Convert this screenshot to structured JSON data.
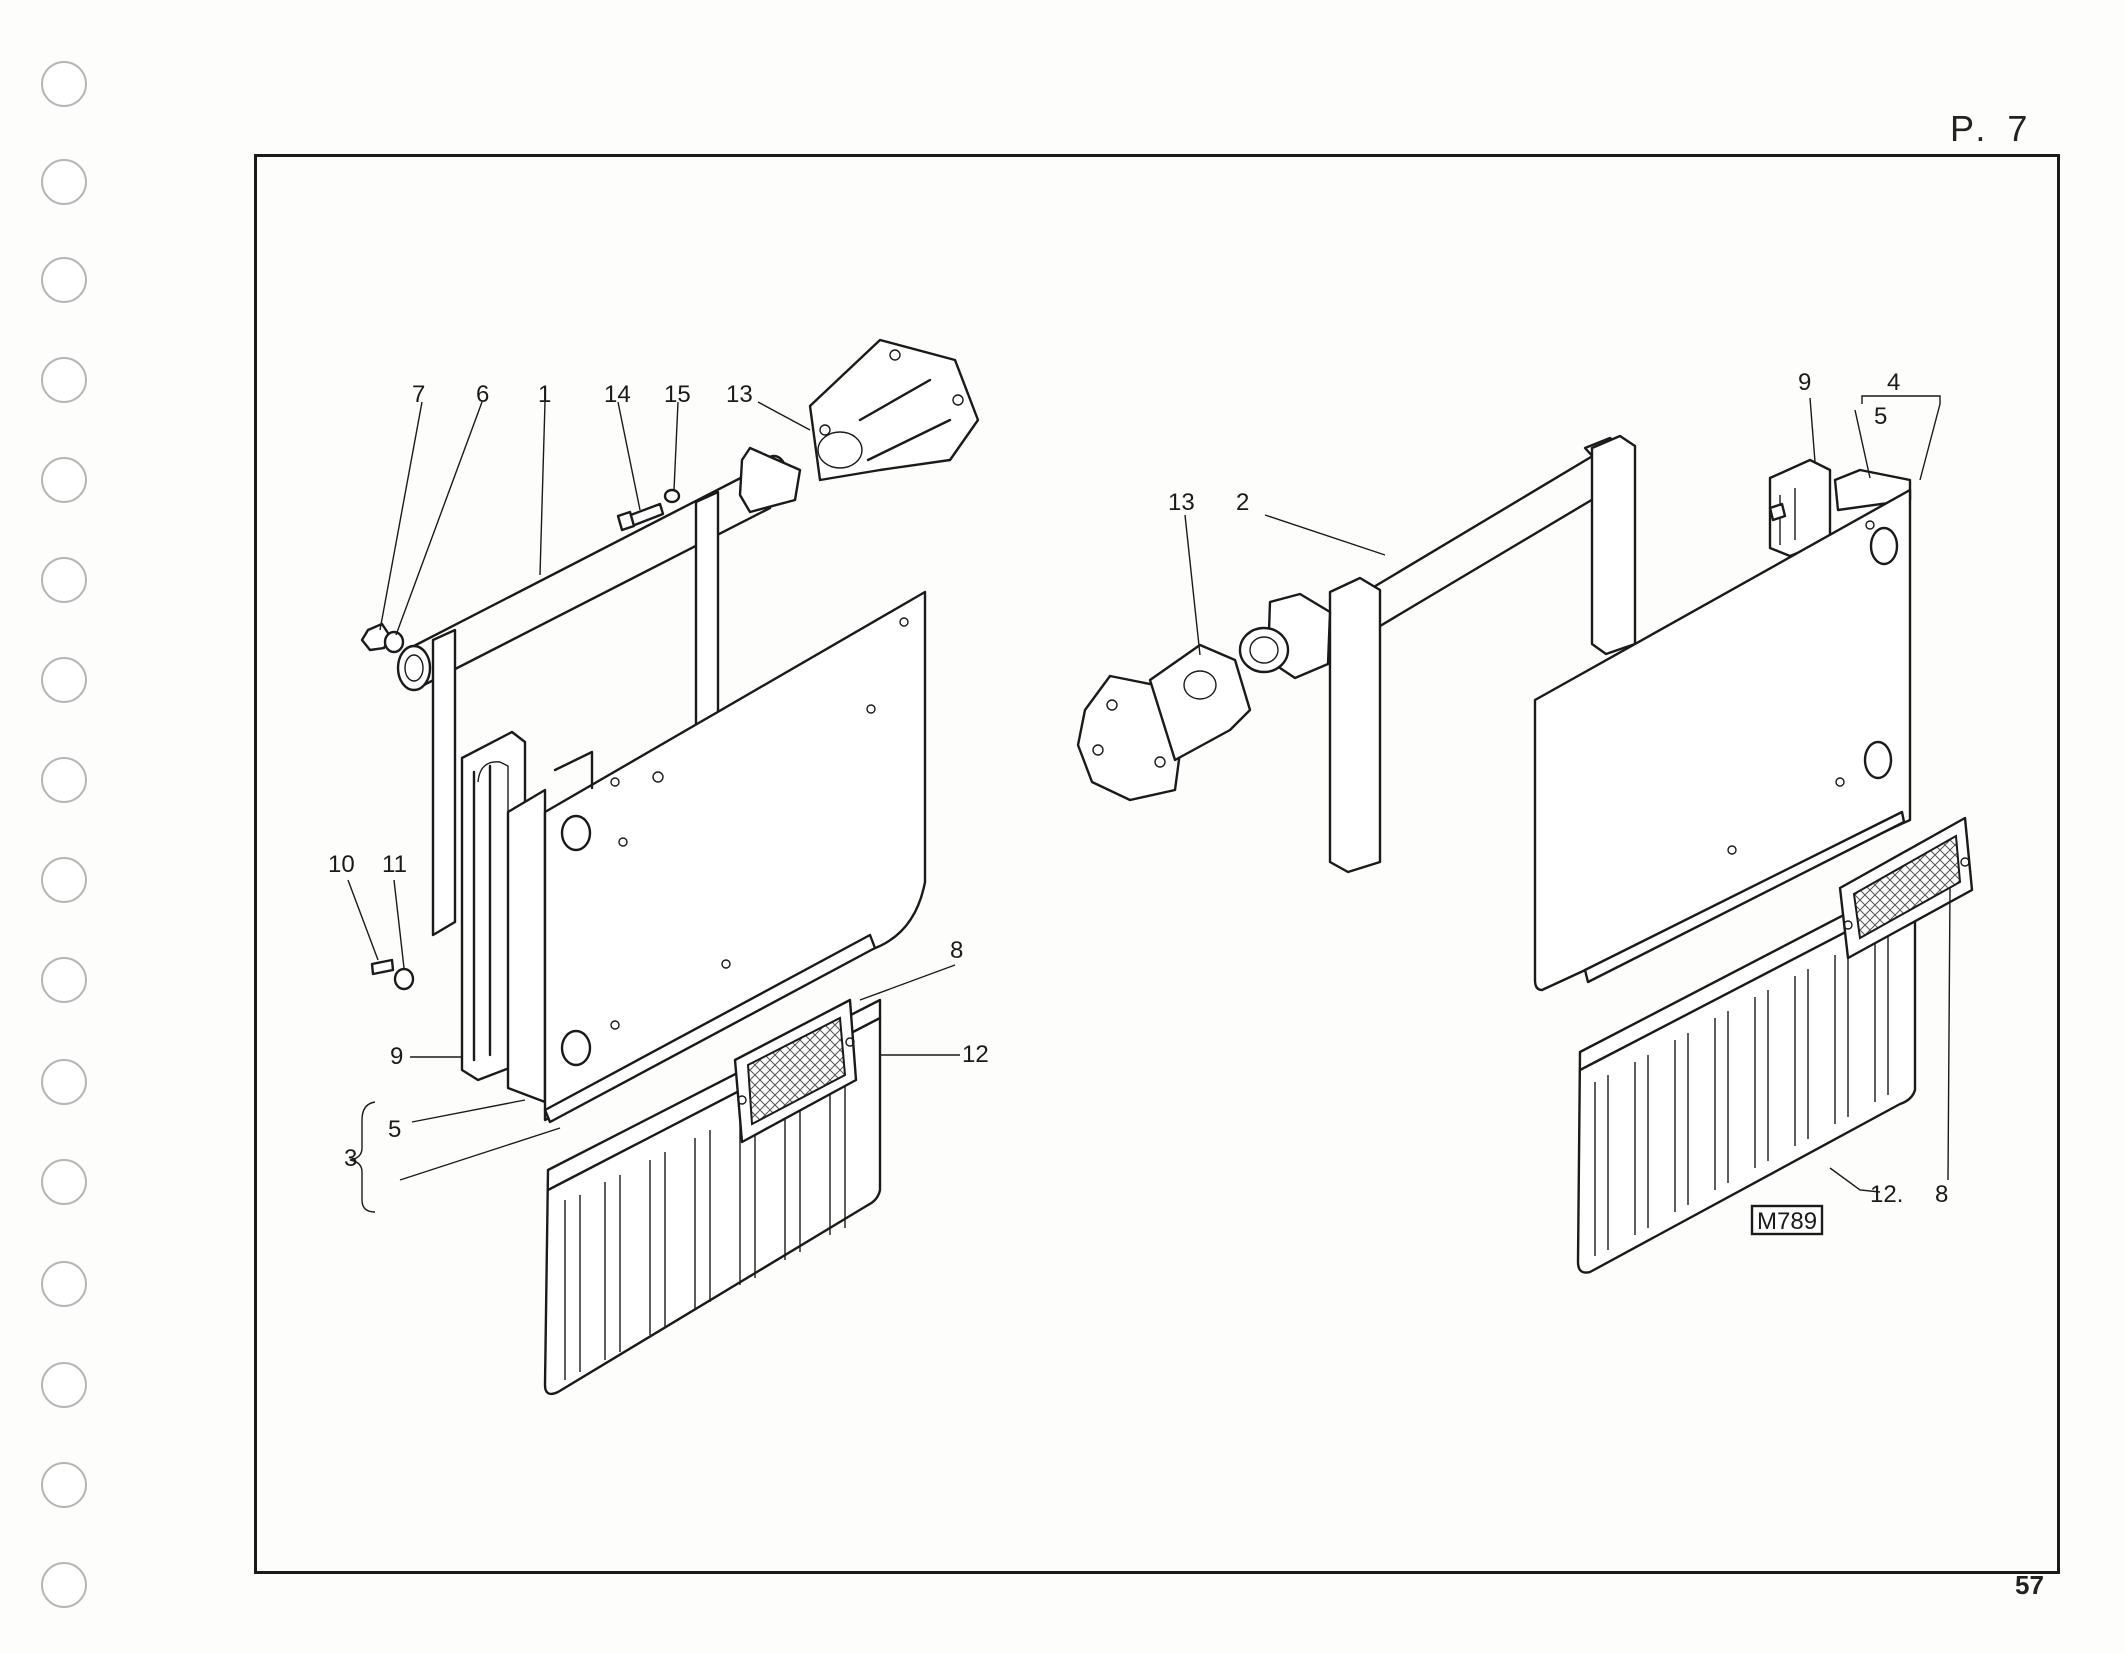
{
  "header": {
    "page_ref": "P. 7"
  },
  "footer": {
    "page_number": "57"
  },
  "drawing": {
    "code": "M789",
    "left_assembly_callouts": {
      "c7": "7",
      "c6": "6",
      "c1": "1",
      "c14": "14",
      "c15": "15",
      "c13": "13",
      "c10": "10",
      "c11": "11",
      "c9": "9",
      "c8": "8",
      "c12": "12",
      "c5": "5",
      "c3": "3"
    },
    "right_assembly_callouts": {
      "c13": "13",
      "c2": "2",
      "c9": "9",
      "c4": "4",
      "c5": "5",
      "c12": "12.",
      "c8": "8"
    }
  }
}
